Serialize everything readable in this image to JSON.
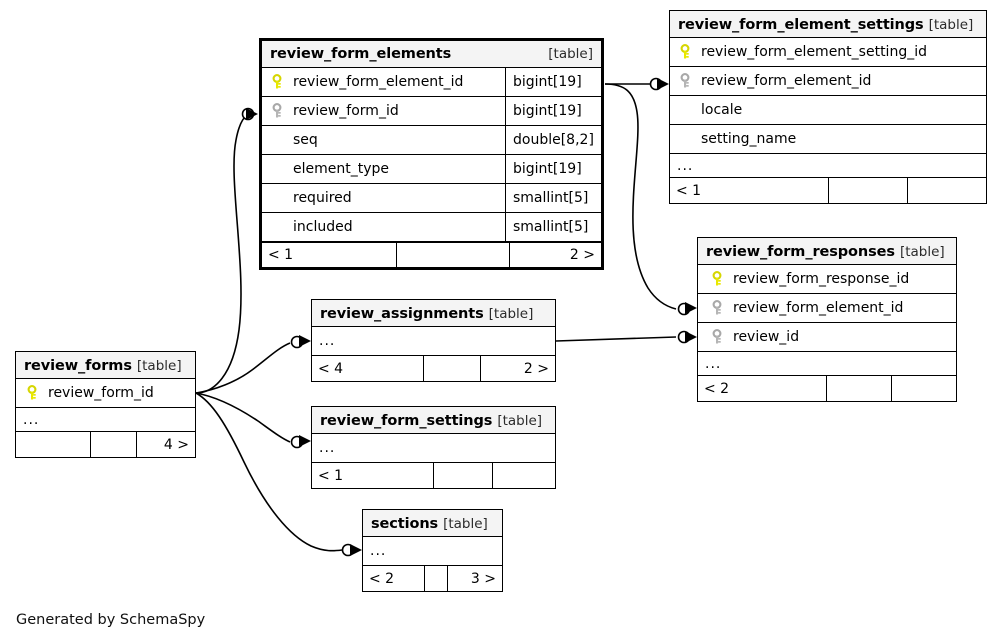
{
  "diagram": {
    "generator_text": "Generated by SchemaSpy",
    "table_tag": "[table]",
    "ellipsis": "...",
    "colors": {
      "primary_key": "#e8e800",
      "foreign_key": "#b5b5b5",
      "header_bg": "#f4f4f4",
      "border": "#000000",
      "background": "#ffffff"
    }
  },
  "tables": [
    {
      "id": "review_form_elements",
      "name": "review_form_elements",
      "tag": "[table]",
      "emphasis": true,
      "columns": [
        {
          "name": "review_form_element_id",
          "type": "bigint[19]",
          "key": "primary"
        },
        {
          "name": "review_form_id",
          "type": "bigint[19]",
          "key": "foreign"
        },
        {
          "name": "seq",
          "type": "double[8,2]",
          "key": "none"
        },
        {
          "name": "element_type",
          "type": "bigint[19]",
          "key": "none"
        },
        {
          "name": "required",
          "type": "smallint[5]",
          "key": "none"
        },
        {
          "name": "included",
          "type": "smallint[5]",
          "key": "none"
        }
      ],
      "has_ellipsis": false,
      "footer": {
        "left": "< 1",
        "middle": "",
        "right": "2 >"
      }
    },
    {
      "id": "review_form_element_settings",
      "name": "review_form_element_settings",
      "tag": "[table]",
      "emphasis": false,
      "columns": [
        {
          "name": "review_form_element_setting_id",
          "type": "",
          "key": "primary"
        },
        {
          "name": "review_form_element_id",
          "type": "",
          "key": "foreign"
        },
        {
          "name": "locale",
          "type": "",
          "key": "none"
        },
        {
          "name": "setting_name",
          "type": "",
          "key": "none"
        }
      ],
      "has_ellipsis": true,
      "footer": {
        "left": "< 1",
        "middle": "",
        "right": ""
      }
    },
    {
      "id": "review_form_responses",
      "name": "review_form_responses",
      "tag": "[table]",
      "emphasis": false,
      "columns": [
        {
          "name": "review_form_response_id",
          "type": "",
          "key": "primary"
        },
        {
          "name": "review_form_element_id",
          "type": "",
          "key": "foreign"
        },
        {
          "name": "review_id",
          "type": "",
          "key": "foreign"
        }
      ],
      "has_ellipsis": true,
      "footer": {
        "left": "< 2",
        "middle": "",
        "right": ""
      }
    },
    {
      "id": "review_forms",
      "name": "review_forms",
      "tag": "[table]",
      "emphasis": false,
      "columns": [
        {
          "name": "review_form_id",
          "type": "",
          "key": "primary"
        }
      ],
      "has_ellipsis": true,
      "footer": {
        "left": "",
        "middle": "",
        "right": "4 >"
      }
    },
    {
      "id": "review_assignments",
      "name": "review_assignments",
      "tag": "[table]",
      "emphasis": false,
      "columns": [],
      "has_ellipsis": true,
      "footer": {
        "left": "< 4",
        "middle": "",
        "right": "2 >"
      }
    },
    {
      "id": "review_form_settings",
      "name": "review_form_settings",
      "tag": "[table]",
      "emphasis": false,
      "columns": [],
      "has_ellipsis": true,
      "footer": {
        "left": "< 1",
        "middle": "",
        "right": ""
      }
    },
    {
      "id": "sections",
      "name": "sections",
      "tag": "[table]",
      "emphasis": false,
      "columns": [],
      "has_ellipsis": true,
      "footer": {
        "left": "< 2",
        "middle": "",
        "right": "3 >"
      }
    }
  ],
  "relationships": [
    {
      "from": "review_forms",
      "to": "review_form_elements",
      "label": "review_form_id"
    },
    {
      "from": "review_forms",
      "to": "review_assignments",
      "label": "review_form_id"
    },
    {
      "from": "review_forms",
      "to": "review_form_settings",
      "label": "review_form_id"
    },
    {
      "from": "review_forms",
      "to": "sections",
      "label": "review_form_id"
    },
    {
      "from": "review_form_elements",
      "to": "review_form_element_settings",
      "label": "review_form_element_id"
    },
    {
      "from": "review_form_elements",
      "to": "review_form_responses",
      "label": "review_form_element_id"
    },
    {
      "from": "review_assignments",
      "to": "review_form_responses",
      "label": "review_id"
    }
  ]
}
